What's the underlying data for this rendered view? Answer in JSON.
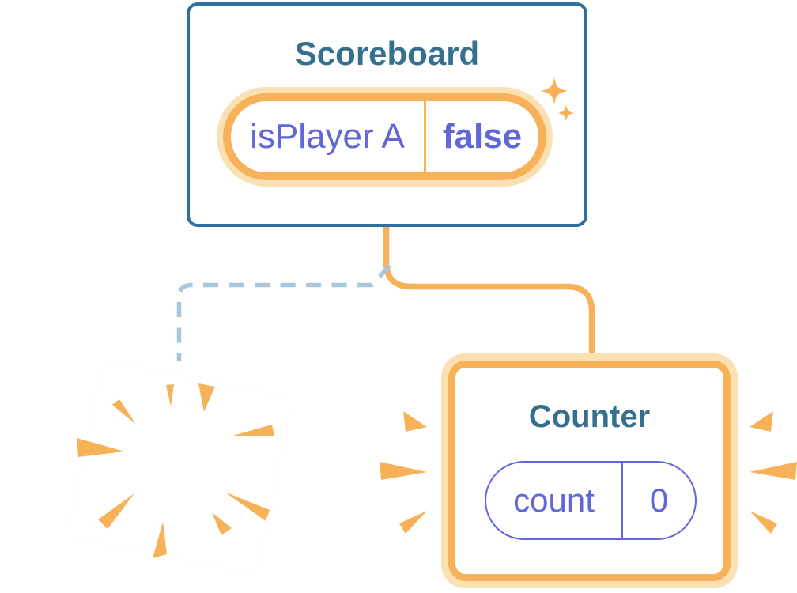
{
  "theme": {
    "page-bg": "#FFFFFF",
    "card-bg": "#FFFFFF",
    "card-border-blue": "#2F6F9E",
    "title-blue": "#35708E",
    "state-purple": "#6266D8",
    "accent-orange": "#F6B159",
    "accent-orange-light": "#FBE0B2",
    "dashed-line-blue": "#A8C6DC"
  },
  "scoreboard_card": {
    "title": "Scoreboard",
    "state": {
      "key": "isPlayer A",
      "value": "false"
    }
  },
  "counter_card": {
    "title": "Counter",
    "state": {
      "key": "count",
      "value": "0"
    }
  },
  "icons": {
    "sparkles": "sparkles-icon",
    "burst": "burst-rays-icon",
    "emphasis": "emphasis-marks-icon"
  }
}
